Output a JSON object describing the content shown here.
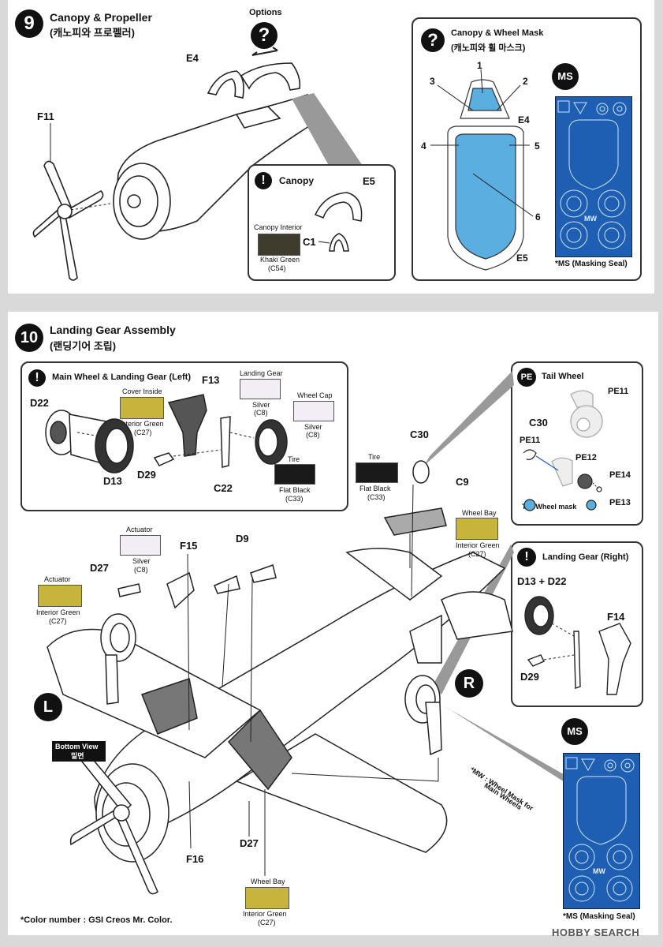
{
  "step9": {
    "number": "9",
    "title": "Canopy & Propeller",
    "title_kr": "(캐노피와 프로펠러)",
    "options_label": "Options",
    "parts": {
      "e4": "E4",
      "f11": "F11"
    },
    "canopy_box": {
      "title": "Canopy",
      "interior_label": "Canopy Interior",
      "color_name": "Khaki Green",
      "color_code": "(C54)",
      "color_hex": "#3f3c2e",
      "parts": {
        "e5": "E5",
        "c1": "C1"
      }
    },
    "mask_box": {
      "title": "Canopy & Wheel Mask",
      "title_kr": "(캐노피와 휠 마스크)",
      "numbers": [
        "1",
        "2",
        "3",
        "4",
        "5",
        "6"
      ],
      "parts": {
        "e4": "E4",
        "e5": "E5"
      },
      "mask_color": "#5aaee0",
      "ms_badge": "MS",
      "ms_note": "*MS (Masking Seal)",
      "seal_color": "#1e5fb4",
      "seal_mw": "MW"
    }
  },
  "step10": {
    "number": "10",
    "title": "Landing Gear Assembly",
    "title_kr": "(랜딩기어 조립)",
    "left_box": {
      "title": "Main Wheel & Landing Gear (Left)",
      "parts": {
        "d22": "D22",
        "d13": "D13",
        "d29": "D29",
        "c22": "C22",
        "f13": "F13"
      },
      "cover_inside": {
        "label": "Cover Inside",
        "name": "Interior Green",
        "code": "(C27)"
      },
      "landing_gear": {
        "label": "Landing Gear",
        "name": "Silver",
        "code": "(C8)"
      },
      "wheel_cap": {
        "label": "Wheel Cap",
        "name": "Silver",
        "code": "(C8)"
      },
      "tire": {
        "label": "Tire",
        "name": "Flat Black",
        "code": "(C33)"
      }
    },
    "tail_box": {
      "badge": "PE",
      "title": "Tail Wheel",
      "parts": {
        "pe11a": "PE11",
        "c30": "C30",
        "pe11b": "PE11",
        "pe12": "PE12",
        "pe14": "PE14",
        "pe13": "PE13"
      },
      "mask_label": "Tail Wheel mask"
    },
    "right_box": {
      "title": "Landing Gear (Right)",
      "parts": {
        "d13d22": "D13 + D22",
        "f14": "F14",
        "d29": "D29"
      }
    },
    "main": {
      "parts": {
        "c30": "C30",
        "c9": "C9",
        "f15": "F15",
        "d9": "D9",
        "d27a": "D27",
        "f16": "F16",
        "d27b": "D27"
      },
      "tire": {
        "label": "Tire",
        "name": "Flat Black",
        "code": "(C33)"
      },
      "wheel_bay_top": {
        "label": "Wheel Bay",
        "name": "Interior Green",
        "code": "(C27)"
      },
      "actuator_silver": {
        "label": "Actuator",
        "name": "Silver",
        "code": "(C8)"
      },
      "actuator_green": {
        "label": "Actuator",
        "name": "Interior Green",
        "code": "(C27)"
      },
      "wheel_bay_bottom": {
        "label": "Wheel Bay",
        "name": "Interior Green",
        "code": "(C27)"
      },
      "l_badge": "L",
      "r_badge": "R",
      "bottom_view": "Bottom View",
      "bottom_view_kr": "밑면",
      "mw_note_line1": "*MW : Wheel Mask for",
      "mw_note_line2": "Main Wheels",
      "ms_badge": "MS",
      "ms_note": "*MS (Masking Seal)"
    },
    "footer_note": "*Color number : GSI Creos Mr. Color.",
    "watermark": "HOBBY SEARCH"
  },
  "colors": {
    "interior_green": "#c7b43c",
    "silver": "#f3eef5",
    "flat_black": "#1a1a1a",
    "khaki_green": "#3f3c2e"
  }
}
